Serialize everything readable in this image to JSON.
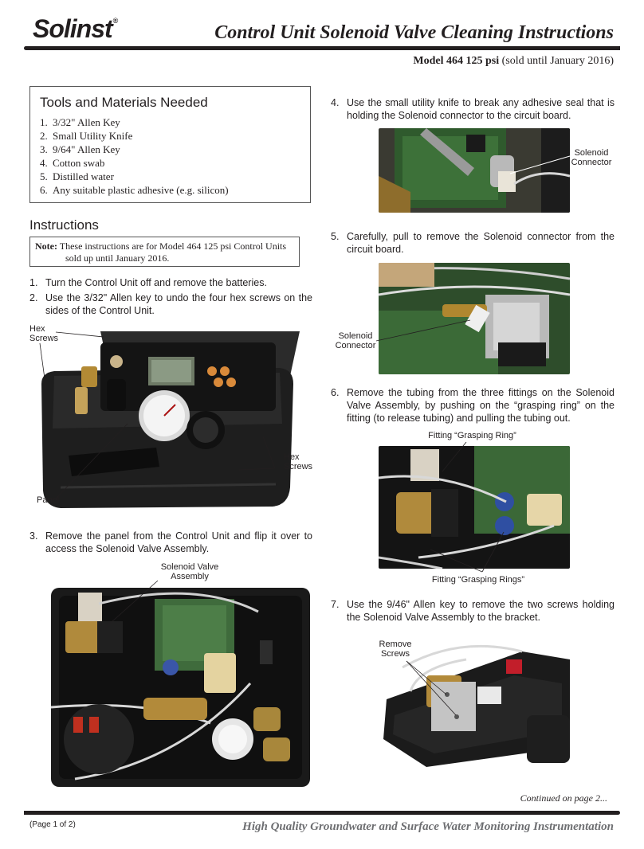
{
  "header": {
    "brand": "Solinst",
    "brand_mark": "®",
    "title": "Control Unit Solenoid Valve Cleaning Instructions",
    "model_bold": "Model 464 125 psi",
    "model_rest": " (sold until January 2016)"
  },
  "tools": {
    "heading": "Tools and Materials Needed",
    "items": [
      {
        "num": "1.",
        "text": "3/32\" Allen Key"
      },
      {
        "num": "2.",
        "text": "Small Utility Knife"
      },
      {
        "num": "3.",
        "text": "9/64\" Allen Key"
      },
      {
        "num": "4.",
        "text": "Cotton swab"
      },
      {
        "num": "5.",
        "text": "Distilled water"
      },
      {
        "num": "6.",
        "text": "Any suitable plastic adhesive (e.g. silicon)"
      }
    ]
  },
  "instructions": {
    "heading": "Instructions",
    "note_label": "Note:",
    "note_line1": " These instructions are for Model 464 125 psi Control Units",
    "note_line2": "sold up until January 2016."
  },
  "steps": [
    {
      "num": "1.",
      "text": "Turn the Control Unit off and remove the batteries."
    },
    {
      "num": "2.",
      "text": "Use the 3/32\" Allen key to undo the four hex screws on the sides of the Control Unit."
    },
    {
      "num": "3.",
      "text": "Remove the panel from the Control Unit and flip it over to access the Solenoid Valve Assembly."
    },
    {
      "num": "4.",
      "text": "Use the small utility knife to break any adhesive seal that is holding the Solenoid connector to the circuit board."
    },
    {
      "num": "5.",
      "text": "Carefully, pull to remove the Solenoid connector from the circuit board."
    },
    {
      "num": "6.",
      "text": "Remove the tubing from the three fittings on the Solenoid Valve Assembly, by pushing on the “grasping ring” on the fitting (to release tubing) and pulling the tubing out."
    },
    {
      "num": "7.",
      "text": "Use the 9/46\" Allen key to remove the two screws holding the Solenoid Valve Assembly to the bracket."
    }
  ],
  "callouts": {
    "hex_screws_1_a": "Hex",
    "hex_screws_1_b": "Screws",
    "hex_screws_2_a": "Hex",
    "hex_screws_2_b": "Screws",
    "panel": "Panel",
    "valve_assembly_a": "Solenoid Valve",
    "valve_assembly_b": "Assembly",
    "connector_1_a": "Solenoid",
    "connector_1_b": "Connector",
    "connector_2_a": "Solenoid",
    "connector_2_b": "Connector",
    "grasping_ring": "Fitting “Grasping Ring”",
    "grasping_rings": "Fitting “Grasping Rings”",
    "remove_screws_a": "Remove",
    "remove_screws_b": "Screws"
  },
  "footer": {
    "continued": "Continued on page 2...",
    "page": "(Page 1 of 2)",
    "tagline": "High Quality Groundwater and Surface Water Monitoring Instrumentation"
  }
}
